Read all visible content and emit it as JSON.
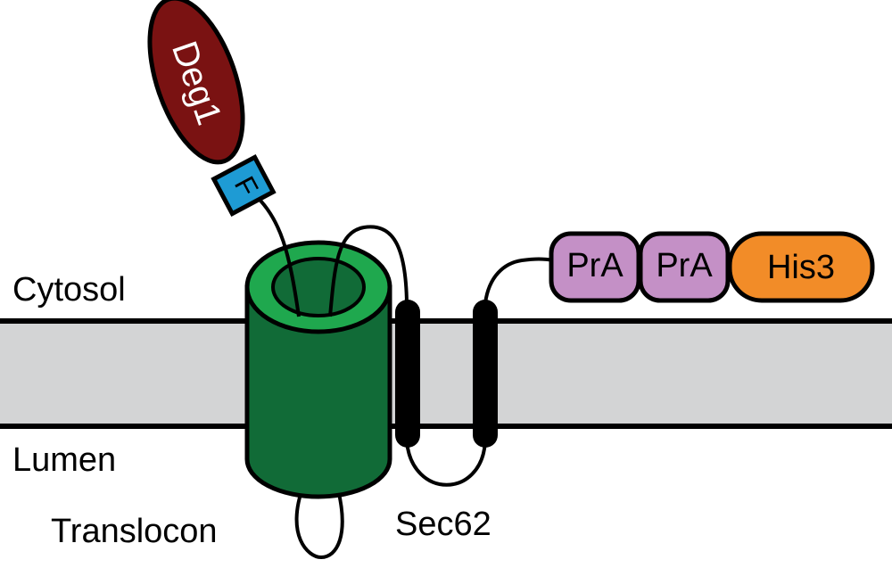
{
  "labels": {
    "cytosol": "Cytosol",
    "lumen": "Lumen",
    "translocon": "Translocon",
    "sec62": "Sec62",
    "deg1": "Deg1",
    "flag": "F",
    "pra_1": "PrA",
    "pra_2": "PrA",
    "his3": "His3"
  },
  "colors": {
    "membrane": "#d3d4d5",
    "translocon_dark": "#116b37",
    "translocon_light": "#1fa84e",
    "deg1": "#7a1212",
    "flag": "#1e9bd4",
    "pra": "#c490c6",
    "his3": "#f28c28",
    "outline": "#000000"
  }
}
